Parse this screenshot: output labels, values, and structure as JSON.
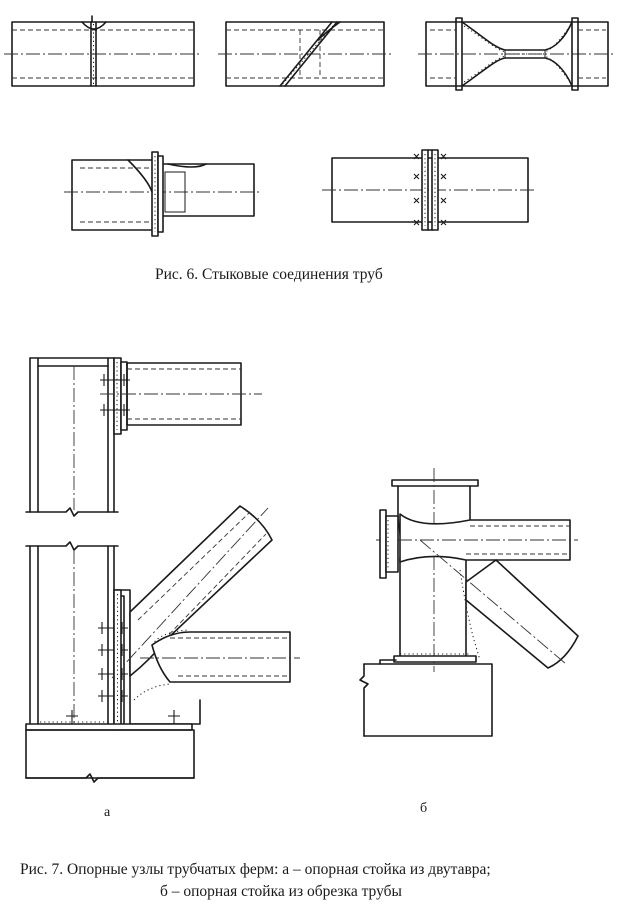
{
  "figure6": {
    "caption": "Рис. 6. Стыковые соединения труб"
  },
  "figure7": {
    "label_a": "а",
    "label_b": "б",
    "caption_line1": "Рис. 7. Опорные узлы трубчатых ферм: а – опорная стойка из двутавра;",
    "caption_line2": "б – опорная стойка из обрезка трубы"
  }
}
